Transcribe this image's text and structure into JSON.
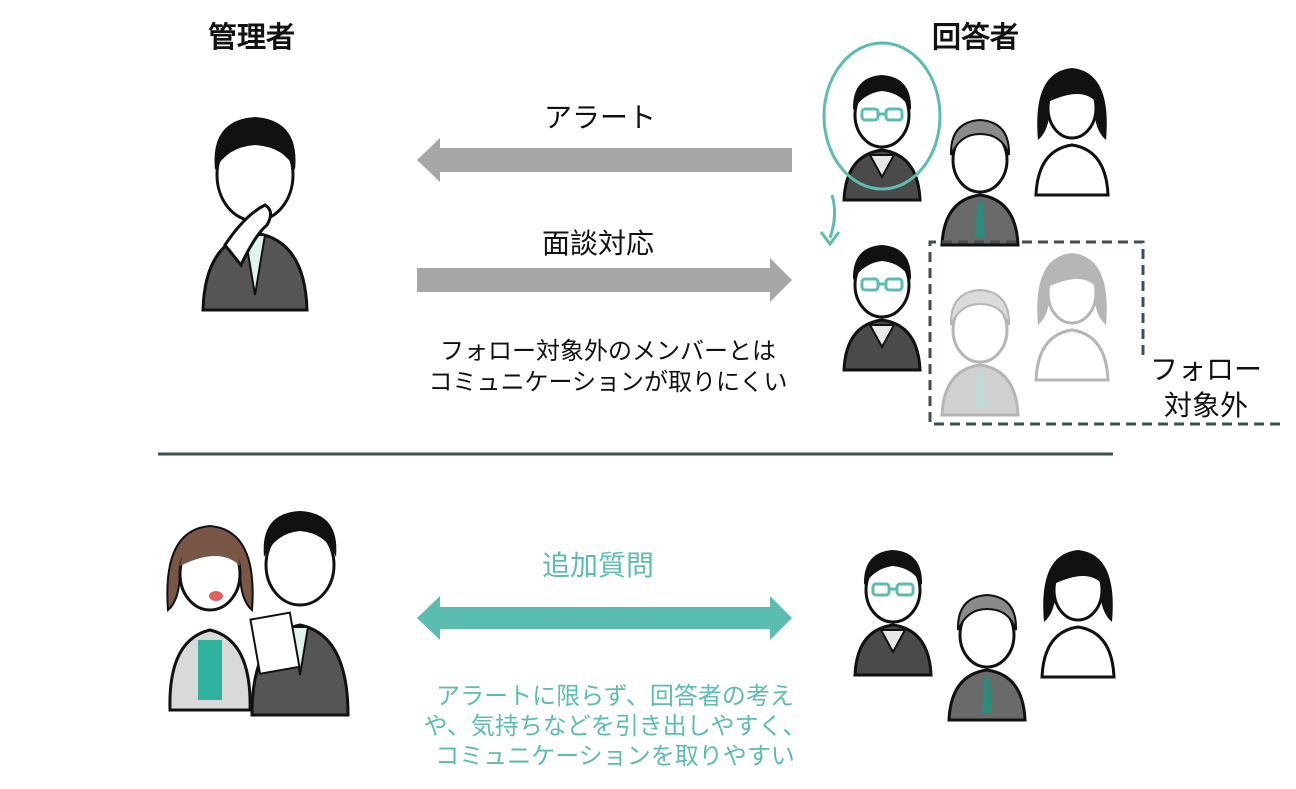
{
  "headings": {
    "manager": "管理者",
    "respondents": "回答者"
  },
  "top": {
    "arrow_alert_label": "アラート",
    "arrow_interview_label": "面談対応",
    "note_line1": "フォロー対象外のメンバーとは",
    "note_line2": "コミュニケーションが取りにくい",
    "excluded_label_line1": "フォロー",
    "excluded_label_line2": "対象外"
  },
  "bottom": {
    "arrow_label": "追加質問",
    "note_line1": "アラートに限らず、回答者の考え",
    "note_line2": "や、気持ちなどを引き出しやすく、",
    "note_line3": "コミュニケーションを取りやすい"
  },
  "colors": {
    "gray_arrow": "#a6a6a6",
    "teal": "#5bbdb0",
    "divider": "#3f4f55",
    "dashed_box": "#3f4f55"
  }
}
